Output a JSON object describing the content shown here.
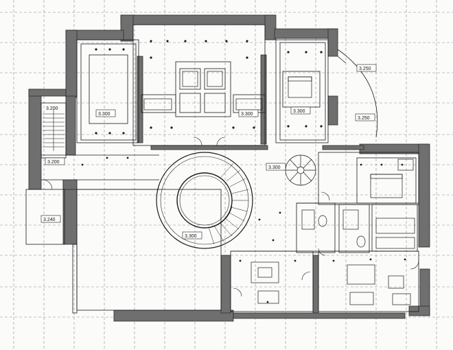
{
  "level_marks": [
    {
      "id": "lvl-west-stair",
      "text": "3.200"
    },
    {
      "id": "lvl-west-lower",
      "text": "3.240"
    },
    {
      "id": "lvl-bedroom-left",
      "text": "3.300"
    },
    {
      "id": "lvl-bedroom-right",
      "text": "3.300"
    },
    {
      "id": "lvl-east-top",
      "text": "3.250"
    },
    {
      "id": "lvl-east-mid",
      "text": "3.250"
    },
    {
      "id": "lvl-center-hall",
      "text": "3.300"
    },
    {
      "id": "lvl-spiral",
      "text": "3.300"
    },
    {
      "id": "lvl-rotunda",
      "text": "3.300"
    }
  ],
  "stair_label": "3.200",
  "colors": {
    "wall_fill": "#6f6f6f",
    "wall_dark": "#2b2b2b",
    "line": "#1a1a1a",
    "grid": "#8a8a8a",
    "paper": "#fbfbfa"
  }
}
